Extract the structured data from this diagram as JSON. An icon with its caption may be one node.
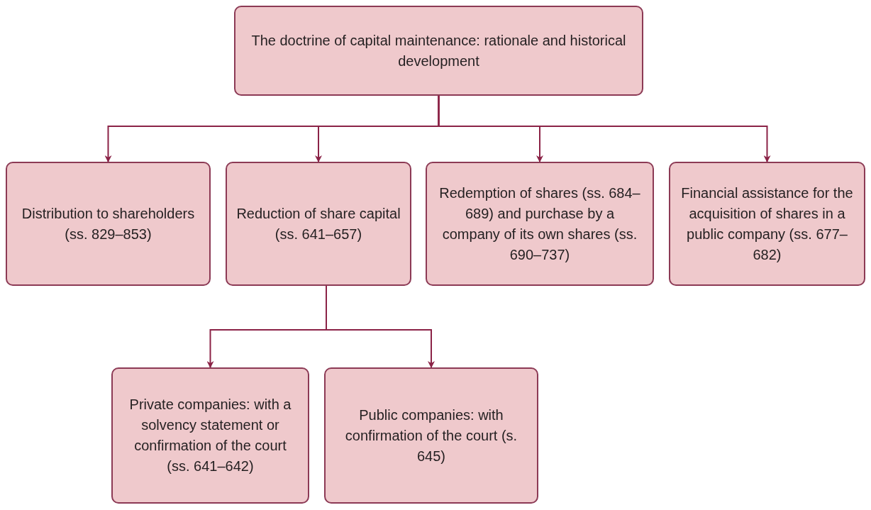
{
  "diagram": {
    "nodes": [
      {
        "text": [
          "The doctrine of capital maintenance: rationale and historical development"
        ]
      },
      {
        "text": [
          "Distribution to shareholders (ss. 829–853)"
        ]
      },
      {
        "text": [
          "Reduction of share capital (ss. 641–657)"
        ]
      },
      {
        "text": [
          "Redemption of shares (ss. 684–689) and purchase by a company of its own shares (ss. 690–737)"
        ]
      },
      {
        "text": [
          "Financial assistance for the acquisition of shares in a public company (ss. 677–682)"
        ]
      },
      {
        "text": [
          "Private companies: with a solvency statement or confirmation of the court (ss. 641–642)"
        ]
      },
      {
        "text": [
          "Public companies: with confirmation of the court (s. 645)"
        ]
      }
    ],
    "edges": [
      {
        "from": 0,
        "to": 1,
        "arrow": "to"
      },
      {
        "from": 0,
        "to": 2,
        "arrow": "to"
      },
      {
        "from": 0,
        "to": 3,
        "arrow": "to"
      },
      {
        "from": 0,
        "to": 4,
        "arrow": "to"
      },
      {
        "from": 2,
        "to": 5,
        "arrow": "to"
      },
      {
        "from": 2,
        "to": 6,
        "arrow": "to"
      }
    ]
  }
}
